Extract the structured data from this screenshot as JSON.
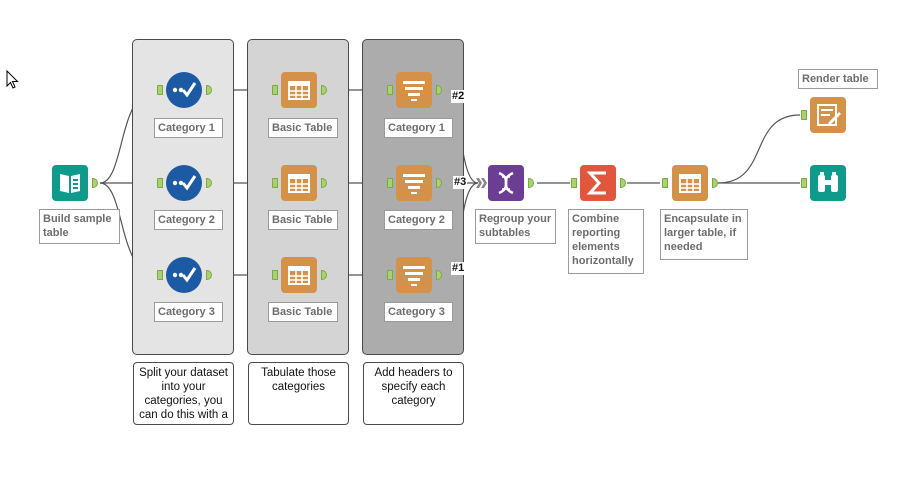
{
  "containers": [
    {
      "note": "Split your dataset into your categories, you can do this with a"
    },
    {
      "note": "Tabulate those categories"
    },
    {
      "note": "Add headers to specify each category"
    }
  ],
  "tools": {
    "input": {
      "label": "Build sample table",
      "icon": "book-icon"
    },
    "filters": [
      {
        "label": "Category 1",
        "icon": "check-dots-icon"
      },
      {
        "label": "Category 2",
        "icon": "check-dots-icon"
      },
      {
        "label": "Category 3",
        "icon": "check-dots-icon"
      }
    ],
    "tables": [
      {
        "label": "Basic Table",
        "icon": "table-icon"
      },
      {
        "label": "Basic Table",
        "icon": "table-icon"
      },
      {
        "label": "Basic Table",
        "icon": "table-icon"
      }
    ],
    "headers": [
      {
        "label": "Category 1",
        "icon": "header-icon",
        "tag": "#2"
      },
      {
        "label": "Category 2",
        "icon": "header-icon",
        "tag": "#3"
      },
      {
        "label": "Category 3",
        "icon": "header-icon",
        "tag": "#1"
      }
    ],
    "regroup": {
      "label": "Regroup your subtables",
      "icon": "dna-icon"
    },
    "combine": {
      "label": "Combine reporting elements horizontally",
      "icon": "sigma-icon"
    },
    "encapsulate": {
      "label": "Encapsulate in larger table, if needed",
      "icon": "table-icon"
    },
    "render": {
      "label": "Render table",
      "icon": "render-icon"
    },
    "browse": {
      "icon": "binoculars-icon"
    }
  },
  "colors": {
    "filter_tool": "#1c5aa3",
    "reporting_tool": "#d4914a",
    "regroup_tool": "#6b3d93",
    "combine_tool": "#e0573e",
    "io_tool": "#0f9a8c",
    "anchor": "#a8d26b",
    "container1": "#e4e4e4",
    "container2": "#d4d4d4",
    "container3": "#acacac"
  }
}
